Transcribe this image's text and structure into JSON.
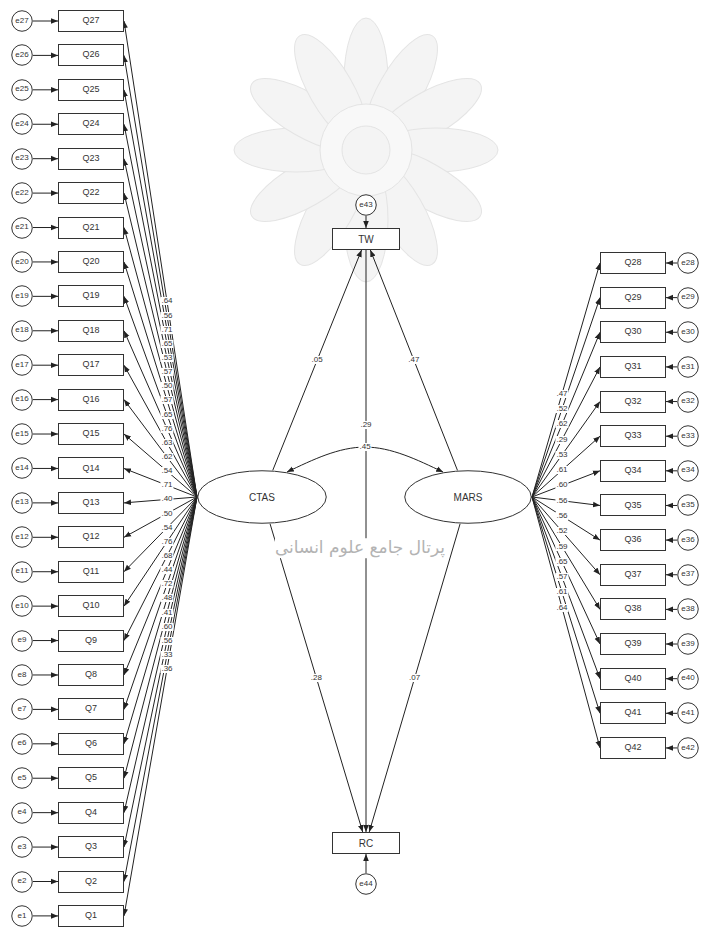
{
  "diagram": {
    "nodes": [
      {
        "text": [
          "e43"
        ]
      },
      {
        "text": [
          "TW"
        ]
      },
      {
        "text": [
          "e27"
        ]
      },
      {
        "text": [
          "Q27"
        ]
      },
      {
        "text": [
          "e26"
        ]
      },
      {
        "text": [
          "Q26"
        ]
      },
      {
        "text": [
          "e25"
        ]
      },
      {
        "text": [
          "Q25"
        ]
      },
      {
        "text": [
          "e24"
        ]
      },
      {
        "text": [
          "Q24"
        ]
      },
      {
        "text": [
          "e23"
        ]
      },
      {
        "text": [
          "Q23"
        ]
      },
      {
        "text": [
          "e22"
        ]
      },
      {
        "text": [
          "Q22"
        ]
      },
      {
        "text": [
          "e21"
        ]
      },
      {
        "text": [
          "Q21"
        ]
      },
      {
        "text": [
          "e20"
        ]
      },
      {
        "text": [
          "Q20"
        ]
      },
      {
        "text": [
          "e19"
        ]
      },
      {
        "text": [
          "Q19"
        ]
      },
      {
        "text": [
          "e18"
        ]
      },
      {
        "text": [
          "Q18"
        ]
      },
      {
        "text": [
          "e17"
        ]
      },
      {
        "text": [
          "Q17"
        ]
      },
      {
        "text": [
          "e16"
        ]
      },
      {
        "text": [
          "Q16"
        ]
      },
      {
        "text": [
          "e15"
        ]
      },
      {
        "text": [
          "Q15"
        ]
      },
      {
        "text": [
          "e14"
        ]
      },
      {
        "text": [
          "Q14"
        ]
      },
      {
        "text": [
          "e13"
        ]
      },
      {
        "text": [
          "Q13"
        ]
      },
      {
        "text": [
          "e12"
        ]
      },
      {
        "text": [
          "Q12"
        ]
      },
      {
        "text": [
          "e11"
        ]
      },
      {
        "text": [
          "Q11"
        ]
      },
      {
        "text": [
          "e10"
        ]
      },
      {
        "text": [
          "Q10"
        ]
      },
      {
        "text": [
          "e9"
        ]
      },
      {
        "text": [
          "Q9"
        ]
      },
      {
        "text": [
          "e8"
        ]
      },
      {
        "text": [
          "Q8"
        ]
      },
      {
        "text": [
          "e7"
        ]
      },
      {
        "text": [
          "Q7"
        ]
      },
      {
        "text": [
          "e6"
        ]
      },
      {
        "text": [
          "Q6"
        ]
      },
      {
        "text": [
          "e5"
        ]
      },
      {
        "text": [
          "Q5"
        ]
      },
      {
        "text": [
          "e4"
        ]
      },
      {
        "text": [
          "Q4"
        ]
      },
      {
        "text": [
          "e3"
        ]
      },
      {
        "text": [
          "Q3"
        ]
      },
      {
        "text": [
          "e2"
        ]
      },
      {
        "text": [
          "Q2"
        ]
      },
      {
        "text": [
          "e1"
        ]
      },
      {
        "text": [
          "Q1"
        ]
      },
      {
        "text": [
          "Q28"
        ]
      },
      {
        "text": [
          "e28"
        ]
      },
      {
        "text": [
          "Q29"
        ]
      },
      {
        "text": [
          "e29"
        ]
      },
      {
        "text": [
          "Q30"
        ]
      },
      {
        "text": [
          "e30"
        ]
      },
      {
        "text": [
          "Q31"
        ]
      },
      {
        "text": [
          "e31"
        ]
      },
      {
        "text": [
          "Q32"
        ]
      },
      {
        "text": [
          "e32"
        ]
      },
      {
        "text": [
          "Q33"
        ]
      },
      {
        "text": [
          "e33"
        ]
      },
      {
        "text": [
          "Q34"
        ]
      },
      {
        "text": [
          "e34"
        ]
      },
      {
        "text": [
          "Q35"
        ]
      },
      {
        "text": [
          "e35"
        ]
      },
      {
        "text": [
          "Q36"
        ]
      },
      {
        "text": [
          "e36"
        ]
      },
      {
        "text": [
          "Q37"
        ]
      },
      {
        "text": [
          "e37"
        ]
      },
      {
        "text": [
          "Q38"
        ]
      },
      {
        "text": [
          "e38"
        ]
      },
      {
        "text": [
          "Q39"
        ]
      },
      {
        "text": [
          "e39"
        ]
      },
      {
        "text": [
          "Q40"
        ]
      },
      {
        "text": [
          "e40"
        ]
      },
      {
        "text": [
          "Q41"
        ]
      },
      {
        "text": [
          "e41"
        ]
      },
      {
        "text": [
          "Q42"
        ]
      },
      {
        "text": [
          "e42"
        ]
      },
      {
        "text": [
          "CTAS"
        ]
      },
      {
        "text": [
          "MARS"
        ]
      },
      {
        "text": [
          "RC"
        ]
      },
      {
        "text": [
          "e44"
        ]
      }
    ],
    "edges": [
      {
        "from": 0,
        "to": 1,
        "arrow": "to"
      },
      {
        "from": 86,
        "to": 1,
        "arrow": "to",
        "label": ".05"
      },
      {
        "from": 87,
        "to": 1,
        "arrow": "to",
        "label": ".47"
      },
      {
        "from": 86,
        "to": 87,
        "arrow": "both",
        "label": ".45"
      },
      {
        "from": 1,
        "to": 88,
        "arrow": "to",
        "label": ".29"
      },
      {
        "from": 86,
        "to": 88,
        "arrow": "to",
        "label": ".28"
      },
      {
        "from": 87,
        "to": 88,
        "arrow": "to",
        "label": ".07"
      },
      {
        "from": 89,
        "to": 88,
        "arrow": "to"
      },
      {
        "from": 2,
        "to": 3,
        "arrow": "to"
      },
      {
        "from": 86,
        "to": 3,
        "arrow": "to",
        "label": ".64"
      },
      {
        "from": 4,
        "to": 5,
        "arrow": "to"
      },
      {
        "from": 86,
        "to": 5,
        "arrow": "to",
        "label": ".56"
      },
      {
        "from": 6,
        "to": 7,
        "arrow": "to"
      },
      {
        "from": 86,
        "to": 7,
        "arrow": "to",
        "label": ".71"
      },
      {
        "from": 8,
        "to": 9,
        "arrow": "to"
      },
      {
        "from": 86,
        "to": 9,
        "arrow": "to",
        "label": ".65"
      },
      {
        "from": 10,
        "to": 11,
        "arrow": "to"
      },
      {
        "from": 86,
        "to": 11,
        "arrow": "to",
        "label": ".53"
      },
      {
        "from": 12,
        "to": 13,
        "arrow": "to"
      },
      {
        "from": 86,
        "to": 13,
        "arrow": "to",
        "label": ".57"
      },
      {
        "from": 14,
        "to": 15,
        "arrow": "to"
      },
      {
        "from": 86,
        "to": 15,
        "arrow": "to",
        "label": ".50"
      },
      {
        "from": 16,
        "to": 17,
        "arrow": "to"
      },
      {
        "from": 86,
        "to": 17,
        "arrow": "to",
        "label": ".57"
      },
      {
        "from": 18,
        "to": 19,
        "arrow": "to"
      },
      {
        "from": 86,
        "to": 19,
        "arrow": "to",
        "label": ".65"
      },
      {
        "from": 20,
        "to": 21,
        "arrow": "to"
      },
      {
        "from": 86,
        "to": 21,
        "arrow": "to",
        "label": ".76"
      },
      {
        "from": 22,
        "to": 23,
        "arrow": "to"
      },
      {
        "from": 86,
        "to": 23,
        "arrow": "to",
        "label": ".63"
      },
      {
        "from": 24,
        "to": 25,
        "arrow": "to"
      },
      {
        "from": 86,
        "to": 25,
        "arrow": "to",
        "label": ".62"
      },
      {
        "from": 26,
        "to": 27,
        "arrow": "to"
      },
      {
        "from": 86,
        "to": 27,
        "arrow": "to",
        "label": ".54"
      },
      {
        "from": 28,
        "to": 29,
        "arrow": "to"
      },
      {
        "from": 86,
        "to": 29,
        "arrow": "to",
        "label": ".71"
      },
      {
        "from": 30,
        "to": 31,
        "arrow": "to"
      },
      {
        "from": 86,
        "to": 31,
        "arrow": "to",
        "label": ".40"
      },
      {
        "from": 32,
        "to": 33,
        "arrow": "to"
      },
      {
        "from": 86,
        "to": 33,
        "arrow": "to",
        "label": ".50"
      },
      {
        "from": 34,
        "to": 35,
        "arrow": "to"
      },
      {
        "from": 86,
        "to": 35,
        "arrow": "to",
        "label": ".54"
      },
      {
        "from": 36,
        "to": 37,
        "arrow": "to"
      },
      {
        "from": 86,
        "to": 37,
        "arrow": "to",
        "label": ".76"
      },
      {
        "from": 38,
        "to": 39,
        "arrow": "to"
      },
      {
        "from": 86,
        "to": 39,
        "arrow": "to",
        "label": ".68"
      },
      {
        "from": 40,
        "to": 41,
        "arrow": "to"
      },
      {
        "from": 86,
        "to": 41,
        "arrow": "to",
        "label": ".44"
      },
      {
        "from": 42,
        "to": 43,
        "arrow": "to"
      },
      {
        "from": 86,
        "to": 43,
        "arrow": "to",
        "label": ".72"
      },
      {
        "from": 44,
        "to": 45,
        "arrow": "to"
      },
      {
        "from": 86,
        "to": 45,
        "arrow": "to",
        "label": ".48"
      },
      {
        "from": 46,
        "to": 47,
        "arrow": "to"
      },
      {
        "from": 86,
        "to": 47,
        "arrow": "to",
        "label": ".41"
      },
      {
        "from": 48,
        "to": 49,
        "arrow": "to"
      },
      {
        "from": 86,
        "to": 49,
        "arrow": "to",
        "label": ".60"
      },
      {
        "from": 50,
        "to": 51,
        "arrow": "to"
      },
      {
        "from": 86,
        "to": 51,
        "arrow": "to",
        "label": ".56"
      },
      {
        "from": 52,
        "to": 53,
        "arrow": "to"
      },
      {
        "from": 86,
        "to": 53,
        "arrow": "to",
        "label": ".33"
      },
      {
        "from": 54,
        "to": 55,
        "arrow": "to"
      },
      {
        "from": 86,
        "to": 55,
        "arrow": "to",
        "label": ".36"
      },
      {
        "from": 57,
        "to": 56,
        "arrow": "to"
      },
      {
        "from": 87,
        "to": 56,
        "arrow": "to",
        "label": ".47"
      },
      {
        "from": 59,
        "to": 58,
        "arrow": "to"
      },
      {
        "from": 87,
        "to": 58,
        "arrow": "to",
        "label": ".52"
      },
      {
        "from": 61,
        "to": 60,
        "arrow": "to"
      },
      {
        "from": 87,
        "to": 60,
        "arrow": "to",
        "label": ".62"
      },
      {
        "from": 63,
        "to": 62,
        "arrow": "to"
      },
      {
        "from": 87,
        "to": 62,
        "arrow": "to",
        "label": ".29"
      },
      {
        "from": 65,
        "to": 64,
        "arrow": "to"
      },
      {
        "from": 87,
        "to": 64,
        "arrow": "to",
        "label": ".53"
      },
      {
        "from": 67,
        "to": 66,
        "arrow": "to"
      },
      {
        "from": 87,
        "to": 66,
        "arrow": "to",
        "label": ".61"
      },
      {
        "from": 69,
        "to": 68,
        "arrow": "to"
      },
      {
        "from": 87,
        "to": 68,
        "arrow": "to",
        "label": ".60"
      },
      {
        "from": 71,
        "to": 70,
        "arrow": "to"
      },
      {
        "from": 87,
        "to": 70,
        "arrow": "to",
        "label": ".56"
      },
      {
        "from": 73,
        "to": 72,
        "arrow": "to"
      },
      {
        "from": 87,
        "to": 72,
        "arrow": "to",
        "label": ".56"
      },
      {
        "from": 75,
        "to": 74,
        "arrow": "to"
      },
      {
        "from": 87,
        "to": 74,
        "arrow": "to",
        "label": ".52"
      },
      {
        "from": 77,
        "to": 76,
        "arrow": "to"
      },
      {
        "from": 87,
        "to": 76,
        "arrow": "to",
        "label": ".59"
      },
      {
        "from": 79,
        "to": 78,
        "arrow": "to"
      },
      {
        "from": 87,
        "to": 78,
        "arrow": "to",
        "label": ".65"
      },
      {
        "from": 81,
        "to": 80,
        "arrow": "to"
      },
      {
        "from": 87,
        "to": 80,
        "arrow": "to",
        "label": ".57"
      },
      {
        "from": 83,
        "to": 82,
        "arrow": "to"
      },
      {
        "from": 87,
        "to": 82,
        "arrow": "to",
        "label": ".61"
      },
      {
        "from": 85,
        "to": 84,
        "arrow": "to"
      },
      {
        "from": 87,
        "to": 84,
        "arrow": "to",
        "label": ".64"
      }
    ],
    "labels": [
      "پرتال جامع علوم انسانی"
    ]
  }
}
